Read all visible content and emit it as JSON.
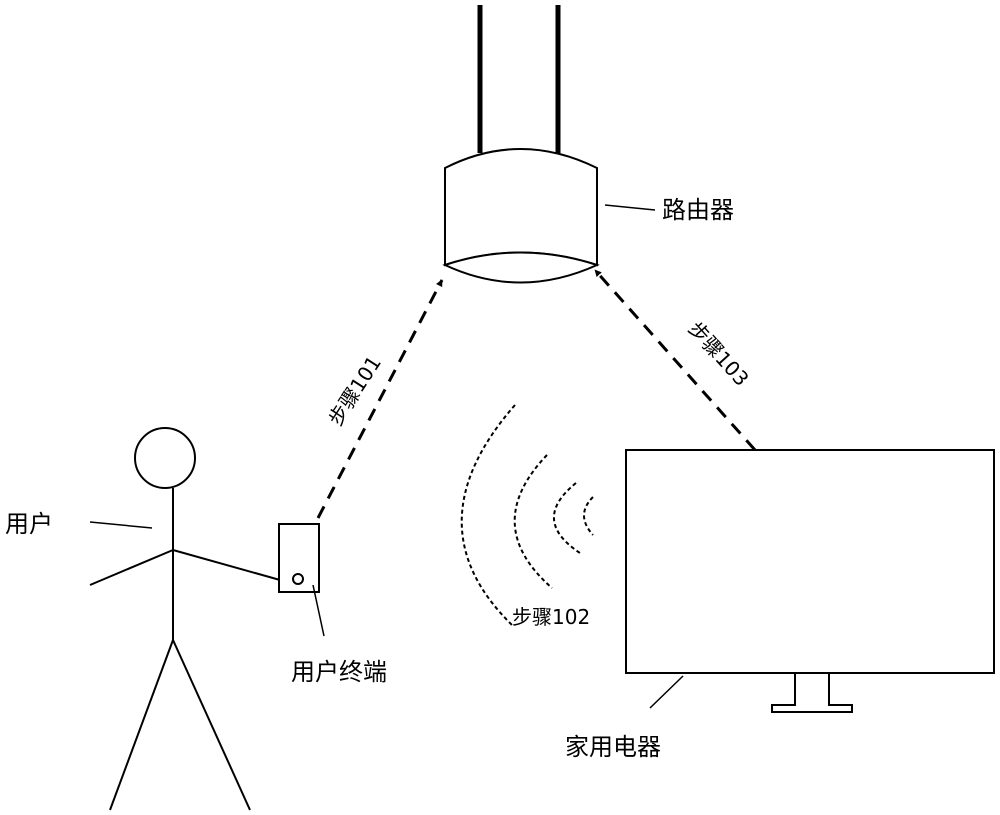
{
  "labels": {
    "router": "路由器",
    "user": "用户",
    "user_terminal": "用户终端",
    "appliance": "家用电器",
    "step1": "步骤101",
    "step2": "步骤102",
    "step3": "步骤103"
  },
  "colors": {
    "stroke": "#000000",
    "background": "#ffffff"
  }
}
